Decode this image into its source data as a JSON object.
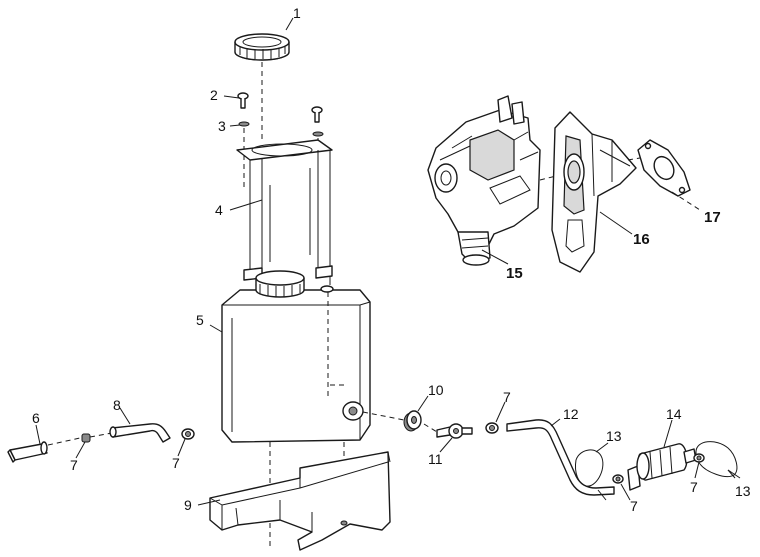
{
  "callouts": {
    "c1": "1",
    "c2": "2",
    "c3": "3",
    "c4": "4",
    "c5": "5",
    "c6": "6",
    "c7a": "7",
    "c7b": "7",
    "c7c": "7",
    "c7d": "7",
    "c7e": "7",
    "c8": "8",
    "c9": "9",
    "c10": "10",
    "c11": "11",
    "c12": "12",
    "c13a": "13",
    "c13b": "13",
    "c14": "14",
    "c15": "15",
    "c16": "16",
    "c17": "17"
  }
}
